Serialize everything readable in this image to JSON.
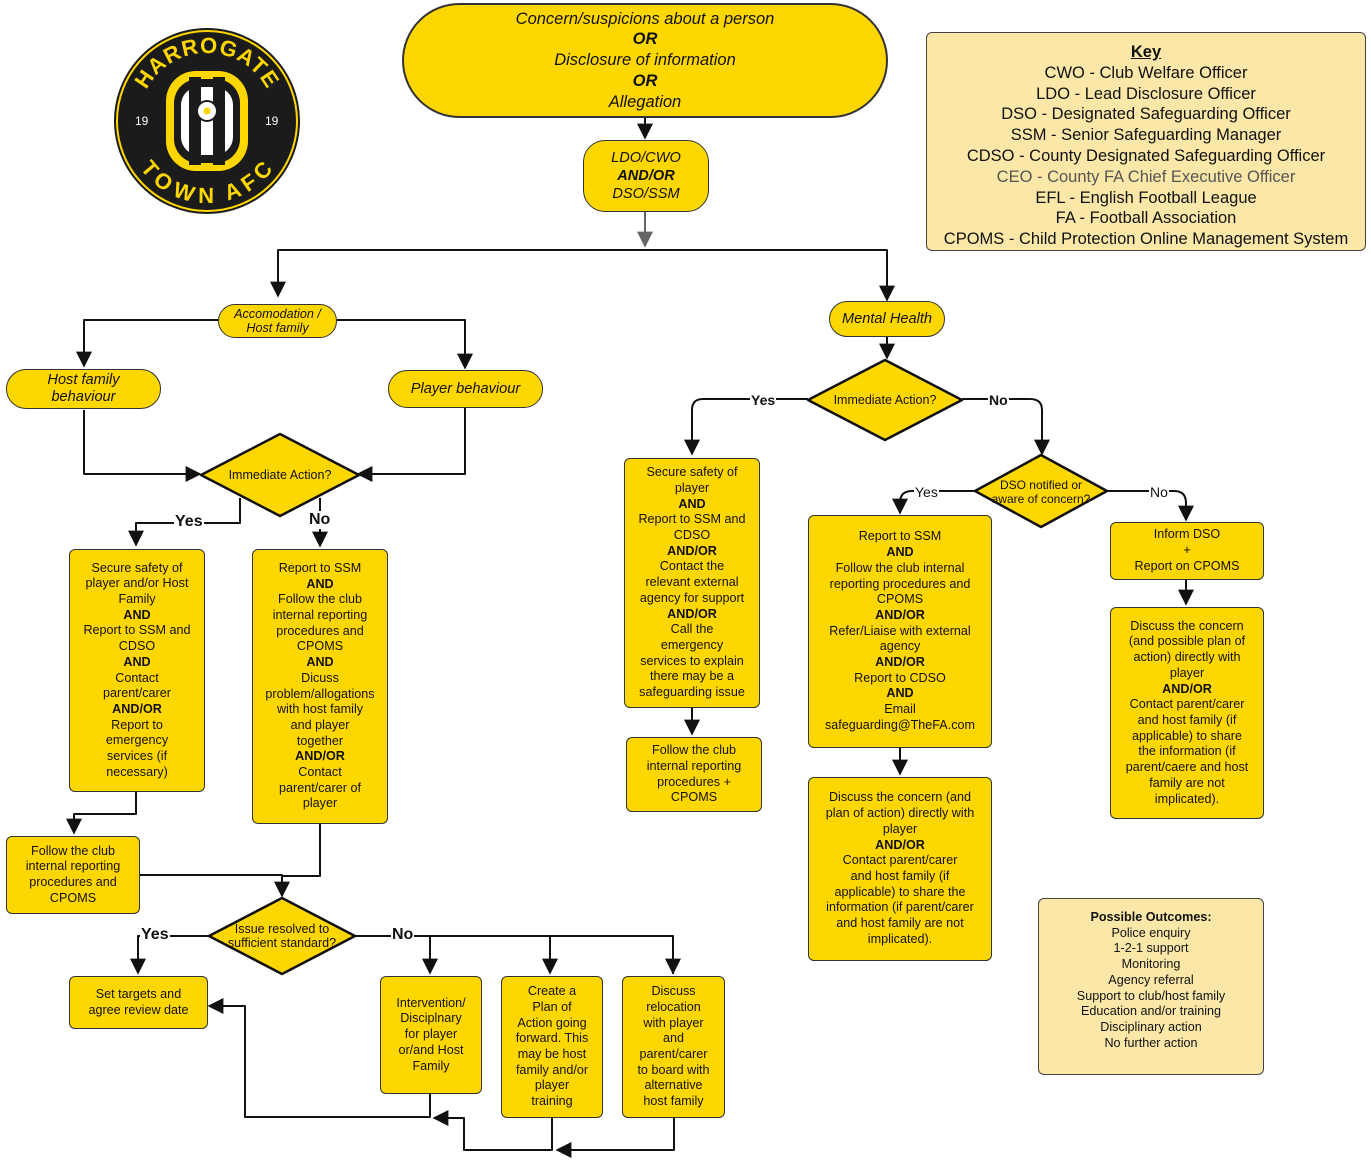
{
  "logo": {
    "club_top": "HARROGATE",
    "club_bottom": "TOWN AFC",
    "year_left": "19",
    "year_right": "19"
  },
  "start": {
    "line1": "Concern/suspicions about a person",
    "or1": "OR",
    "line2": "Disclosure of information",
    "or2": "OR",
    "line3": "Allegation"
  },
  "officers": {
    "line1": "LDO/CWO",
    "and_or": "AND/OR",
    "line2": "DSO/SSM"
  },
  "key": {
    "title": "Key",
    "items": [
      "CWO - Club Welfare Officer",
      "LDO - Lead Disclosure Officer",
      "DSO - Designated Safeguarding Officer",
      "SSM - Senior Safeguarding Manager",
      "CDSO - County Designated Safeguarding Officer",
      "CEO - County FA Chief Executive Officer",
      "EFL - English Football League",
      "FA - Football Association",
      "CPOMS - Child Protection Online Management System"
    ]
  },
  "accommodation": {
    "node": {
      "line1": "Accomodation /",
      "line2": "Host family"
    },
    "host_family_behaviour": {
      "line1": "Host family",
      "line2": "behaviour"
    },
    "player_behaviour": "Player behaviour",
    "decision": "Immediate Action?",
    "yes_label": "Yes",
    "no_label": "No",
    "yes_box": [
      "Secure safety of",
      "player and/or Host",
      "Family",
      "AND",
      "Report to SSM and",
      "CDSO",
      "AND",
      "Contact",
      "parent/carer",
      "AND/OR",
      "Report to",
      "emergency",
      "services (if",
      "necessary)"
    ],
    "no_box": [
      "Report to SSM",
      "AND",
      "Follow the club",
      "internal reporting",
      "procedures and",
      "CPOMS",
      "AND",
      "Dicuss",
      "problem/allogations",
      "with host family",
      "and player",
      "together",
      "AND/OR",
      "Contact",
      "parent/carer of",
      "player"
    ],
    "follow_box": [
      "Follow the club",
      "internal reporting",
      "procedures and",
      "CPOMS"
    ],
    "issue_decision": {
      "line1": "Issue resolved to",
      "line2": "sufficient standard?"
    },
    "issue_yes_label": "Yes",
    "issue_no_label": "No",
    "targets_box": [
      "Set targets and",
      "agree review date"
    ],
    "intervention_box": [
      "Intervention/",
      "Disciplnary",
      "for player",
      "or/and Host",
      "Family"
    ],
    "plan_box": [
      "Create a",
      "Plan of",
      "Action going",
      "forward. This",
      "may be host",
      "family and/or",
      "player",
      "training"
    ],
    "relocation_box": [
      "Discuss",
      "relocation",
      "with player",
      "and",
      "parent/carer",
      "to board with",
      "alternative",
      "host family"
    ]
  },
  "mental_health": {
    "node": "Mental Health",
    "decision": "Immediate Action?",
    "yes_label": "Yes",
    "no_label": "No",
    "yes_box": [
      "Secure safety of",
      "player",
      "AND",
      "Report to SSM and",
      "CDSO",
      "AND/OR",
      "Contact the",
      "relevant external",
      "agency for support",
      "AND/OR",
      "Call the",
      "emergency",
      "services to explain",
      "there may be a",
      "safeguarding issue"
    ],
    "follow_box": [
      "Follow the club",
      "internal reporting",
      "procedures +",
      "CPOMS"
    ],
    "dso_decision": {
      "line1": "DSO notified or",
      "line2": "aware of concern?"
    },
    "dso_yes_label": "Yes",
    "dso_no_label": "No",
    "report_box": [
      "Report to SSM",
      "AND",
      "Follow the club internal",
      "reporting procedures and",
      "CPOMS",
      "AND/OR",
      "Refer/Liaise with external",
      "agency",
      "AND/OR",
      "Report to CDSO",
      "AND",
      "Email",
      "safeguarding@TheFA.com"
    ],
    "discuss_box": [
      "Discuss the concern (and",
      "plan of action) directly with",
      "player",
      "AND/OR",
      "Contact parent/carer",
      "and host family (if",
      "applicable) to share the",
      "information (if parent/carer",
      "and host family are not",
      "implicated)."
    ],
    "inform_box": [
      "Inform DSO",
      "+",
      "Report on CPOMS"
    ],
    "discuss2_box": [
      "Discuss the concern",
      "(and possible plan of",
      "action) directly with",
      "player",
      "AND/OR",
      "Contact parent/carer",
      "and host family (if",
      "applicable) to share",
      "the information (if",
      "parent/caere and host",
      "family are not",
      "implicated)."
    ]
  },
  "outcomes": {
    "title": "Possible Outcomes:",
    "items": [
      "Police enquiry",
      "1-2-1 support",
      "Monitoring",
      "Agency referral",
      "Support to club/host family",
      "Education and/or training",
      "Disciplinary action",
      "No further action"
    ]
  },
  "colors": {
    "node_fill": "#ffd700",
    "panel_fill": "#fbe8a8",
    "outline": "#333333",
    "logo_dark": "#1b1b1b",
    "logo_gold": "#ffd700"
  }
}
